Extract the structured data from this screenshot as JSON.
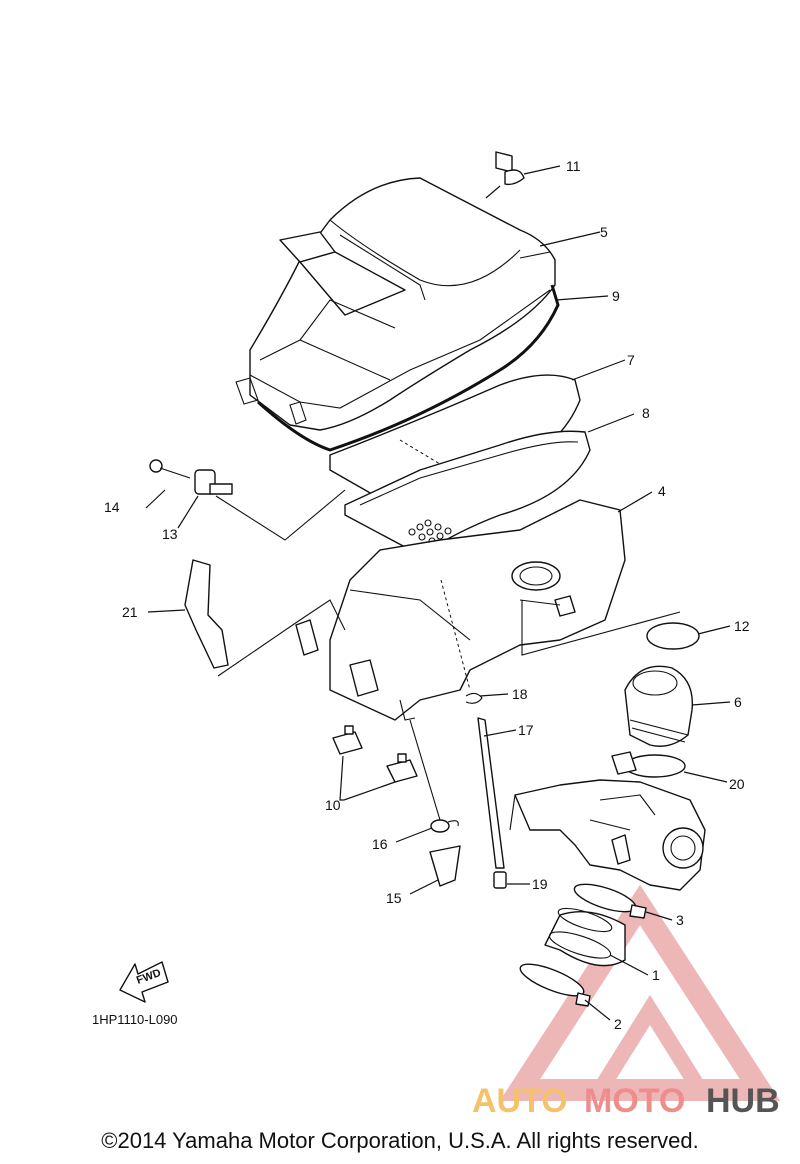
{
  "diagram_code": "1HP1110-L090",
  "copyright": "©2014 Yamaha Motor Corporation, U.S.A. All rights reserved.",
  "fwd_label": "FWD",
  "watermark": {
    "text_auto": "AUTO",
    "text_moto": "MOTO",
    "text_hub": "HUB",
    "colors": {
      "auto": "#f5c26b",
      "moto": "#ef8c8c",
      "hub": "#555555",
      "logo": "#e8a0a0"
    }
  },
  "callouts": {
    "c1": "1",
    "c2": "2",
    "c3": "3",
    "c4": "4",
    "c5": "5",
    "c6": "6",
    "c7": "7",
    "c8": "8",
    "c9": "9",
    "c10": "10",
    "c11": "11",
    "c12": "12",
    "c13": "13",
    "c14": "14",
    "c15": "15",
    "c16": "16",
    "c17": "17",
    "c18": "18",
    "c19": "19",
    "c20": "20",
    "c21": "21"
  }
}
